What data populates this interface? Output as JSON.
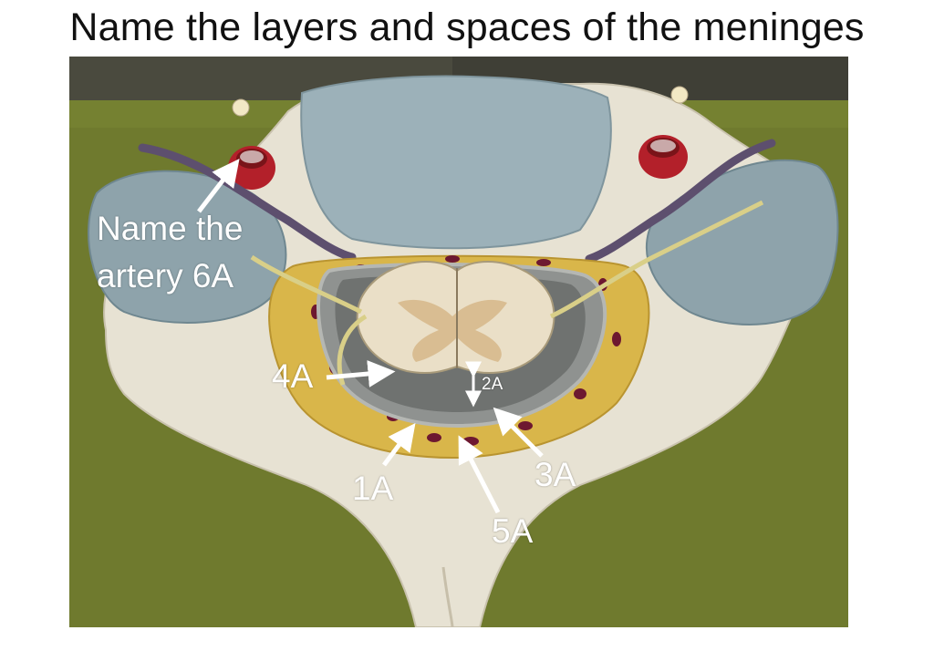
{
  "slide": {
    "title": "Name the layers and spaces of the meninges"
  },
  "photo": {
    "subject": "cross-section-model-of-vertebra-and-spinal-cord",
    "colors": {
      "background_board": "#6f7a2e",
      "bone": "#e7e2d3",
      "disc_blue": "#8ea3ab",
      "artery_red": "#b3202a",
      "fat_yellow": "#d9b64a",
      "cord_cream": "#eadfc7"
    }
  },
  "labels": {
    "artery_line1": "Name the",
    "artery_line2": "artery 6A",
    "label_4a": "4A",
    "label_2a": "2A",
    "label_1a": "1A",
    "label_3a": "3A",
    "label_5a": "5A"
  }
}
